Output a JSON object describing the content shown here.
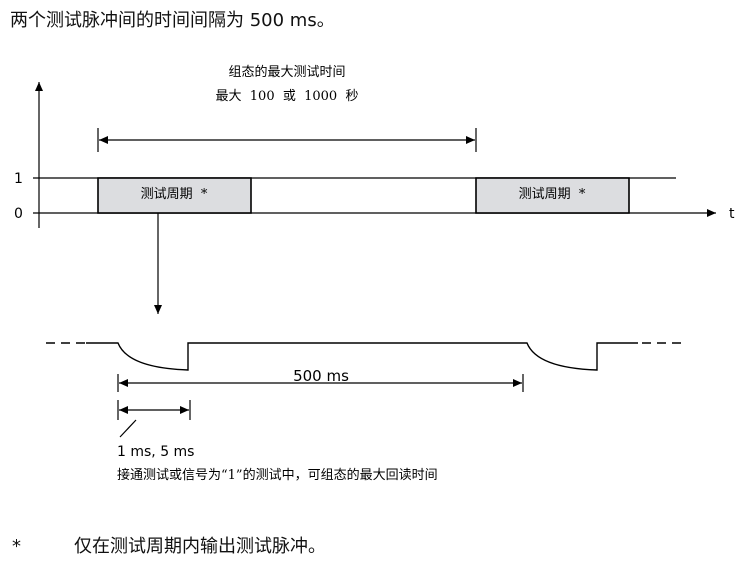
{
  "heading": "两个测试脉冲间的时间间隔为 500 ms。",
  "diagram": {
    "max_time_title": "组态的最大测试时间",
    "max_time_range": "最大  100  或  1000  秒",
    "level_high": "1",
    "level_low": "0",
    "time_axis": "t",
    "test_period_1": "测试周期  *",
    "test_period_2": "测试周期  *",
    "interval_label": "500 ms",
    "pulse_width_label": "1 ms, 5 ms",
    "readback_note": "接通测试或信号为“1”的测试中，可组态的最大回读时间"
  },
  "footnote": {
    "marker": "*",
    "text": "仅在测试周期内输出测试脉冲。"
  },
  "colors": {
    "box_fill": "#dcdde0",
    "line": "#000000"
  }
}
